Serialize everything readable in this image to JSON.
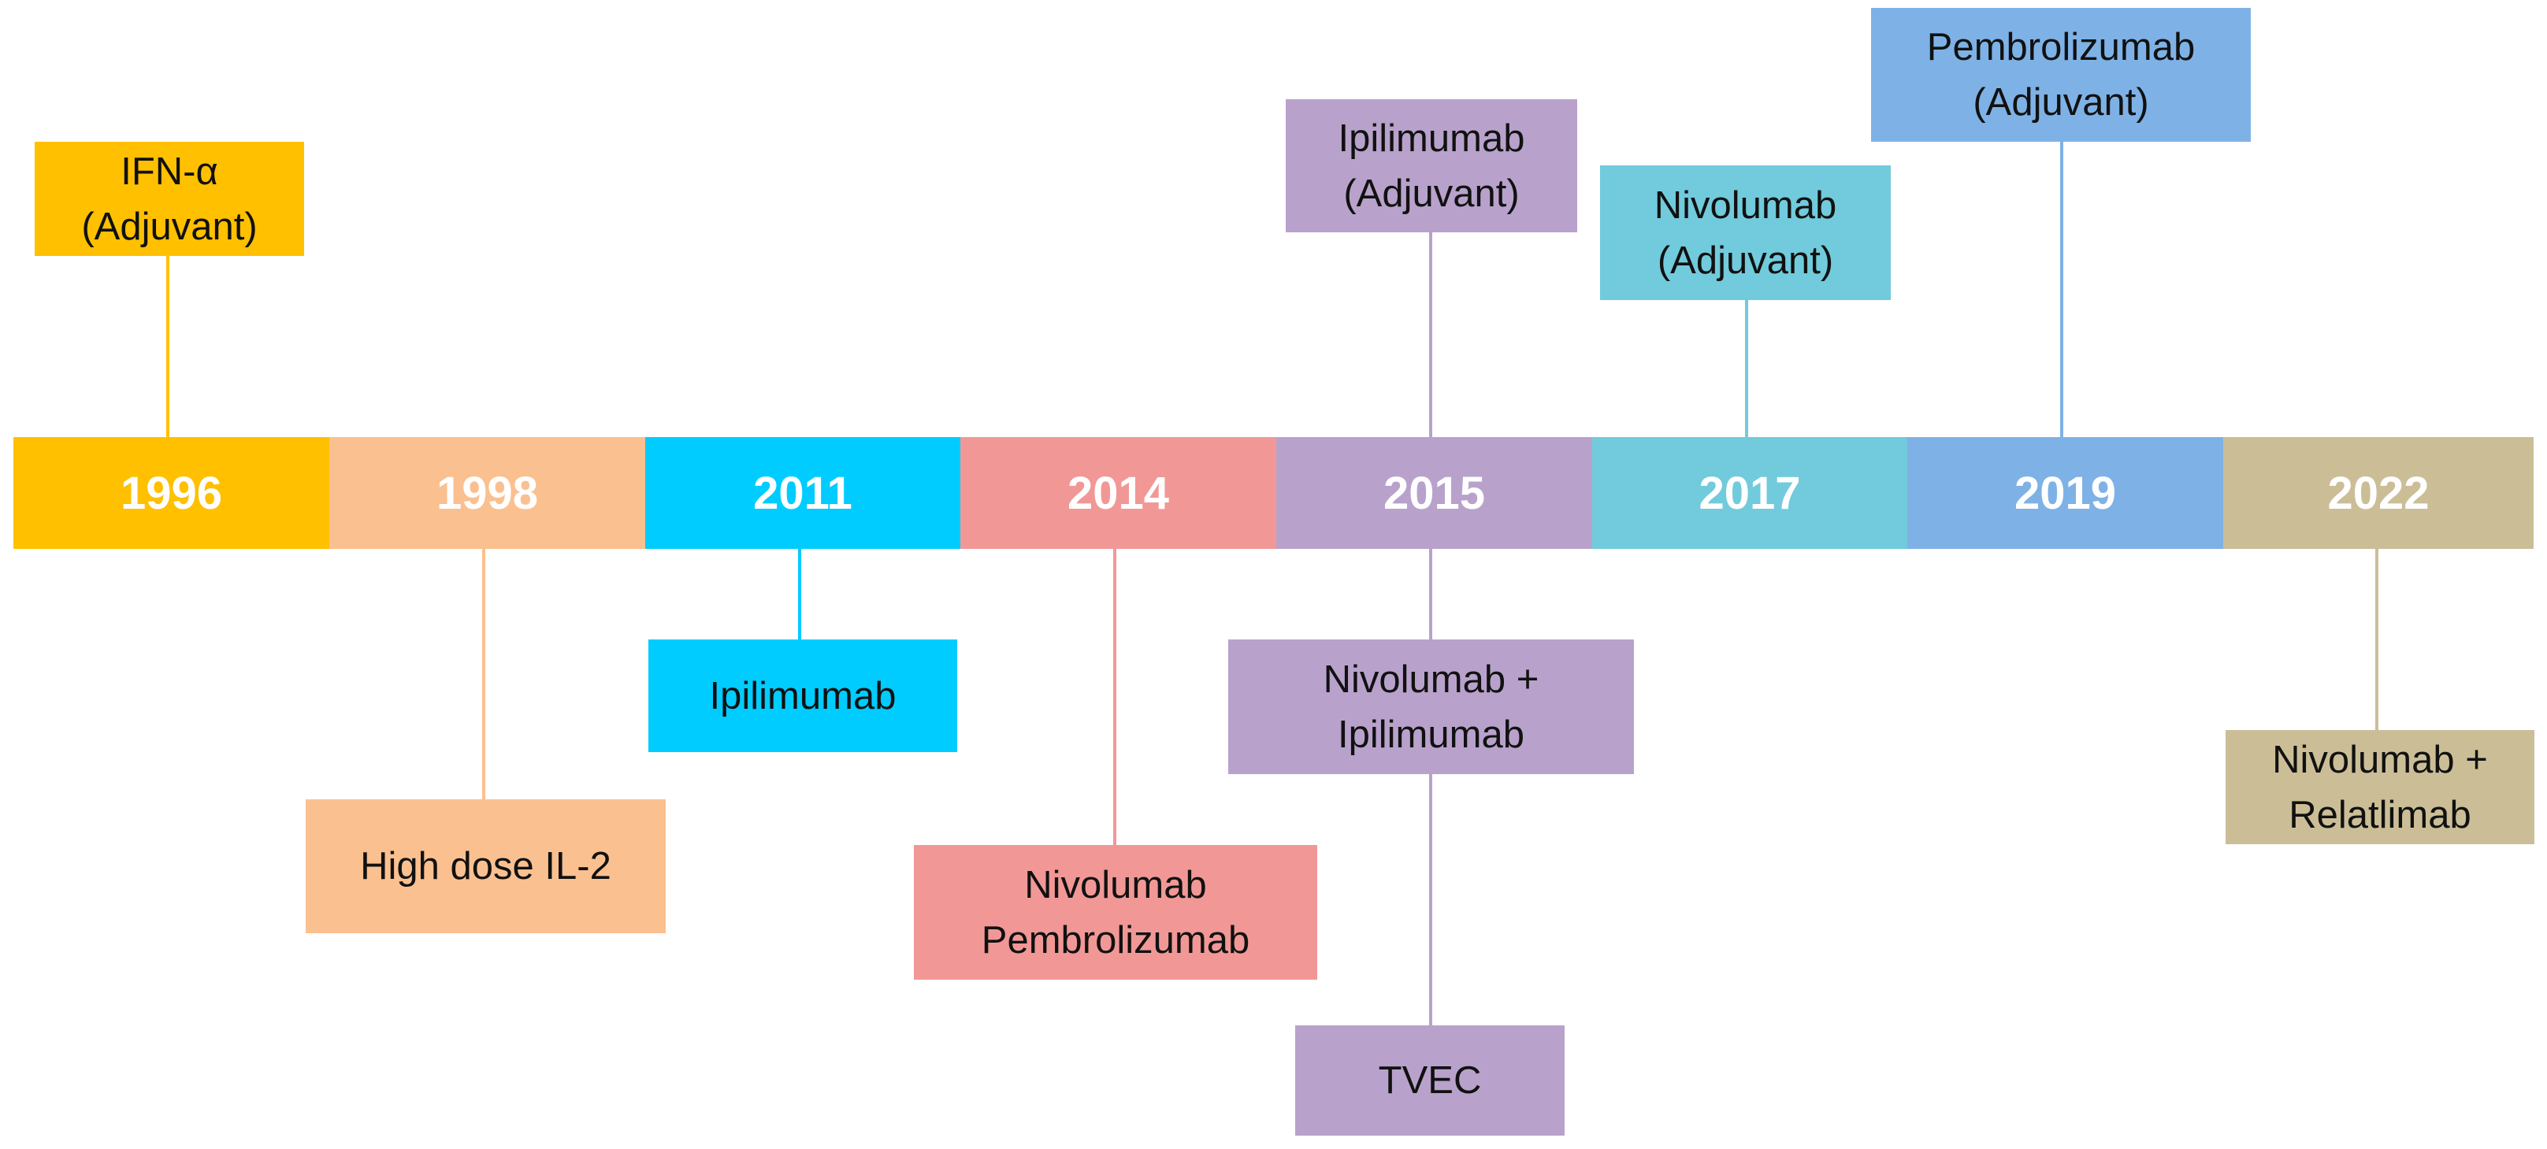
{
  "timeline": {
    "years": [
      {
        "label": "1996",
        "color": "#FFC000"
      },
      {
        "label": "1998",
        "color": "#FBC08F"
      },
      {
        "label": "2011",
        "color": "#00CCFF"
      },
      {
        "label": "2014",
        "color": "#F19896"
      },
      {
        "label": "2015",
        "color": "#B8A2CB"
      },
      {
        "label": "2017",
        "color": "#71CBDC"
      },
      {
        "label": "2019",
        "color": "#7EB2E6"
      },
      {
        "label": "2022",
        "color": "#CBBE97"
      }
    ],
    "events": [
      {
        "year": "1996",
        "text": "IFN-α\n(Adjuvant)",
        "color": "#FFC000"
      },
      {
        "year": "1998",
        "text": "High dose IL-2",
        "color": "#FBC08F"
      },
      {
        "year": "2011",
        "text": "Ipilimumab",
        "color": "#00CCFF"
      },
      {
        "year": "2014",
        "text": "Nivolumab\nPembrolizumab",
        "color": "#F19896"
      },
      {
        "year": "2015",
        "text": "Ipilimumab\n(Adjuvant)",
        "color": "#B8A2CB"
      },
      {
        "year": "2015",
        "text": "Nivolumab +\nIpilimumab",
        "color": "#B8A2CB"
      },
      {
        "year": "2015",
        "text": "TVEC",
        "color": "#B8A2CB"
      },
      {
        "year": "2017",
        "text": "Nivolumab\n(Adjuvant)",
        "color": "#71CBDC"
      },
      {
        "year": "2019",
        "text": "Pembrolizumab\n(Adjuvant)",
        "color": "#7EB2E6"
      },
      {
        "year": "2022",
        "text": "Nivolumab +\nRelatlimab",
        "color": "#CBBE97"
      }
    ]
  }
}
